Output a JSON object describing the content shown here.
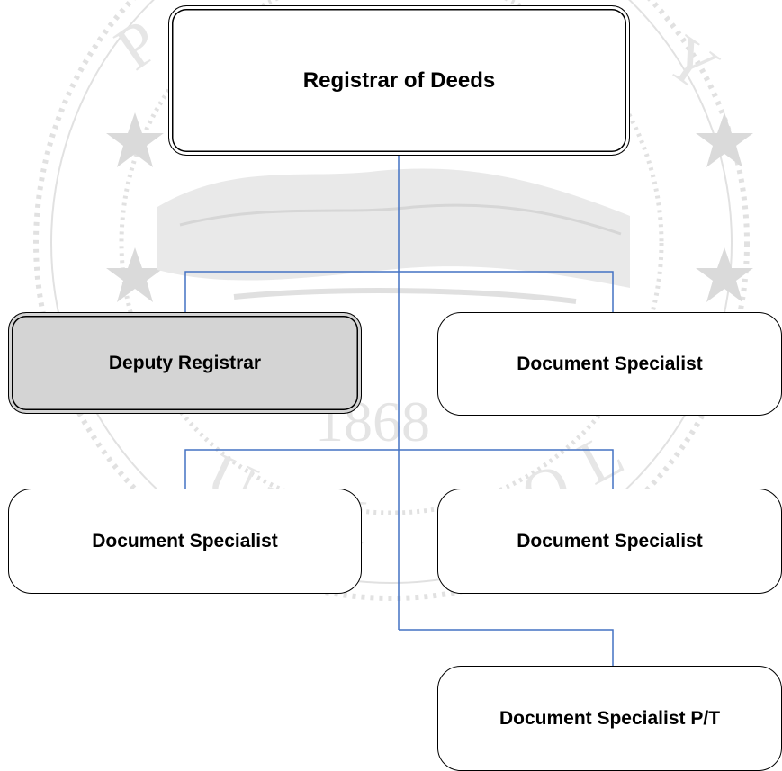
{
  "seal": {
    "year_text": "1868",
    "ring_text_bottom": "SOUTH CAROLINA",
    "ring_text_top": "PICKENS COUNTY",
    "colors": {
      "seal_gray": "#c9c9c9",
      "seal_dark": "#a8a8a8"
    }
  },
  "org_chart": {
    "connector_color": "#4472c4",
    "nodes": [
      {
        "id": "registrar",
        "title": "Registrar of Deeds",
        "reports_to": null,
        "style": "double"
      },
      {
        "id": "deputy",
        "title": "Deputy Registrar",
        "reports_to": "registrar",
        "style": "shaded",
        "fill": "#d4d4d4"
      },
      {
        "id": "specialist-1",
        "title": "Document Specialist",
        "reports_to": "registrar",
        "style": "rounded"
      },
      {
        "id": "specialist-2",
        "title": "Document Specialist",
        "reports_to": "registrar",
        "style": "rounded"
      },
      {
        "id": "specialist-3",
        "title": "Document Specialist",
        "reports_to": "registrar",
        "style": "rounded"
      },
      {
        "id": "specialist-pt",
        "title": "Document Specialist P/T",
        "reports_to": "registrar",
        "style": "rounded"
      }
    ]
  }
}
